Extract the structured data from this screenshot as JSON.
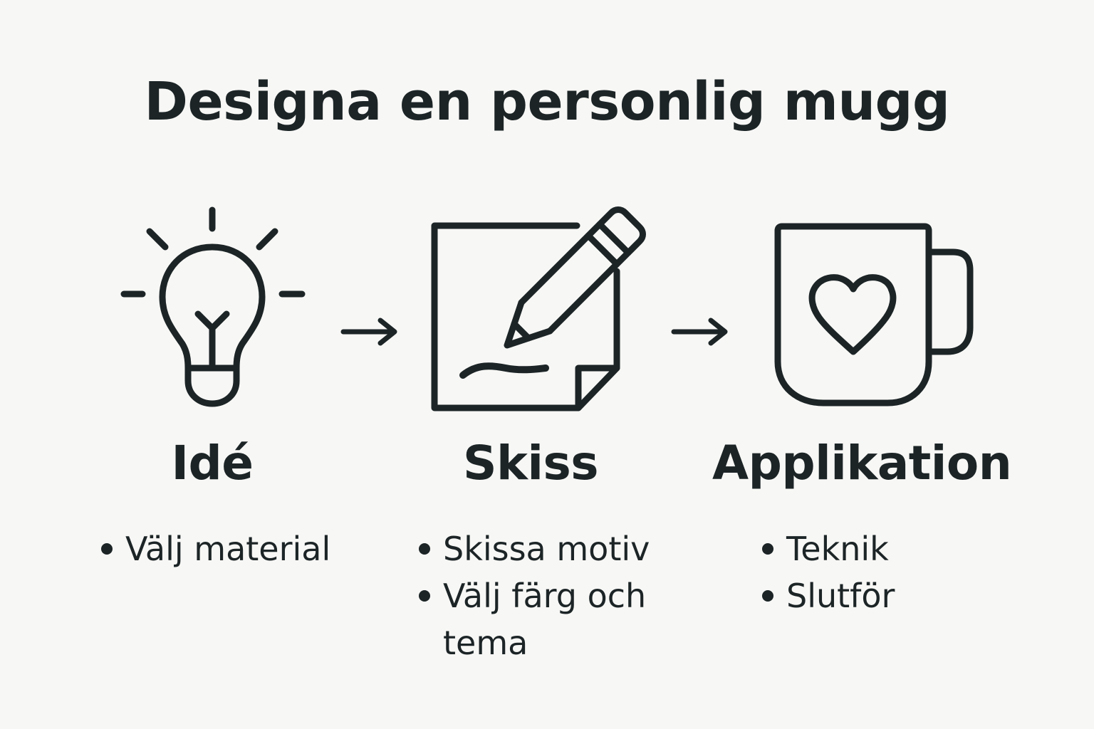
{
  "title": "Designa en personlig mugg",
  "colors": {
    "background": "#f7f7f5",
    "ink": "#1c2426"
  },
  "steps": [
    {
      "icon": "lightbulb-icon",
      "label": "Idé",
      "bullets": [
        "Välj material"
      ]
    },
    {
      "icon": "pencil-sketch-icon",
      "label": "Skiss",
      "bullets": [
        "Skissa motiv",
        "Välj färg och tema"
      ]
    },
    {
      "icon": "mug-heart-icon",
      "label": "Applikation",
      "bullets": [
        "Teknik",
        "Slutför"
      ]
    }
  ]
}
